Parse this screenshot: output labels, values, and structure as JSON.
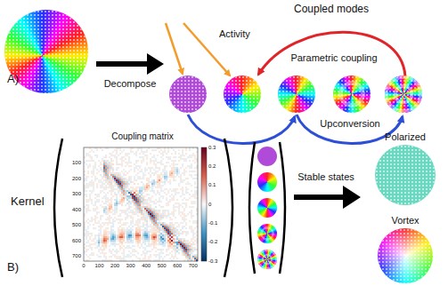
{
  "diagram": {
    "nodes": [
      {
        "text": [
          "Coupling matrix"
        ]
      },
      {
        "text": [
          "Polarized"
        ]
      },
      {
        "text": [
          "Vortex"
        ]
      }
    ],
    "labels": [
      "A)",
      "Decompose",
      "Coupled modes",
      "Activity",
      "Parametric coupling",
      "Upconversion",
      "B)",
      "Kernel",
      "Stable states",
      "100",
      "200",
      "300",
      "400",
      "500",
      "600",
      "700",
      "0",
      "100",
      "200",
      "300",
      "400",
      "500",
      "600",
      "700",
      "0.3",
      "0.2",
      "0.1",
      "0",
      "-0.1",
      "-0.2",
      "-0.3"
    ]
  }
}
